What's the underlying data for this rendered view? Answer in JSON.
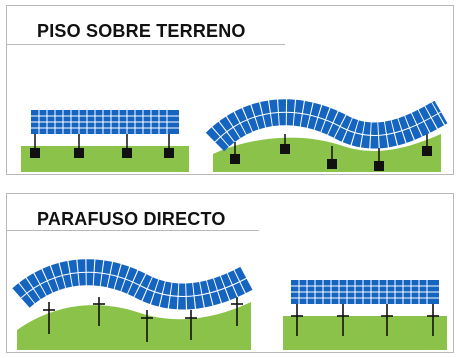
{
  "sections": [
    {
      "title": "PISO SOBRE TERRENO",
      "mount": "ground-block"
    },
    {
      "title": "PARAFUSO DIRECTO",
      "mount": "ground-screw"
    }
  ],
  "colors": {
    "panel": "#1565c0",
    "panel_line": "#ffffff",
    "ground_flat": "#8bc34a",
    "ground_wave": "#8bc34a",
    "post": "#111111",
    "frame": "#b9b9b9"
  }
}
